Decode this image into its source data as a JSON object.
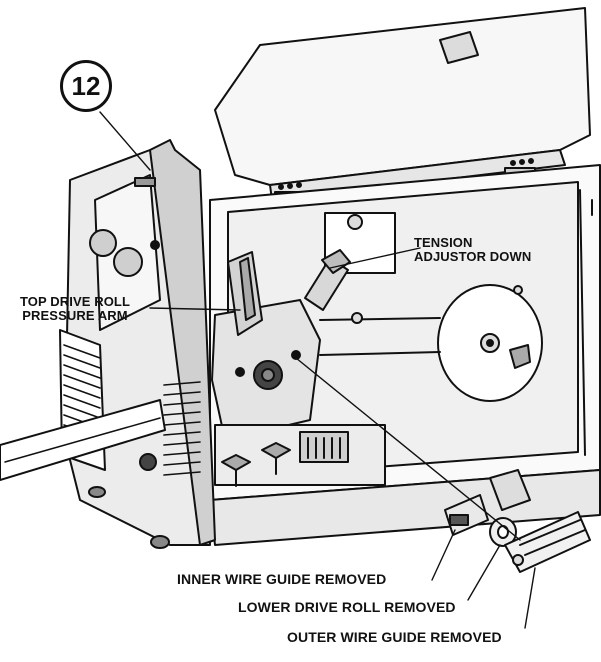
{
  "callout": {
    "number": "12"
  },
  "labels": {
    "tension_adjustor_line1": "TENSION",
    "tension_adjustor_line2": "ADJUSTOR DOWN",
    "top_drive_roll_line1": "TOP DRIVE ROLL",
    "top_drive_roll_line2": "PRESSURE ARM",
    "inner_wire_guide": "INNER WIRE GUIDE REMOVED",
    "lower_drive_roll": "LOWER DRIVE ROLL REMOVED",
    "outer_wire_guide": "OUTER WIRE GUIDE REMOVED"
  },
  "colors": {
    "line": "#111111",
    "light_fill": "#f2f2f2",
    "mid_fill": "#d9d9d9",
    "dark_fill": "#5a5a5a"
  }
}
